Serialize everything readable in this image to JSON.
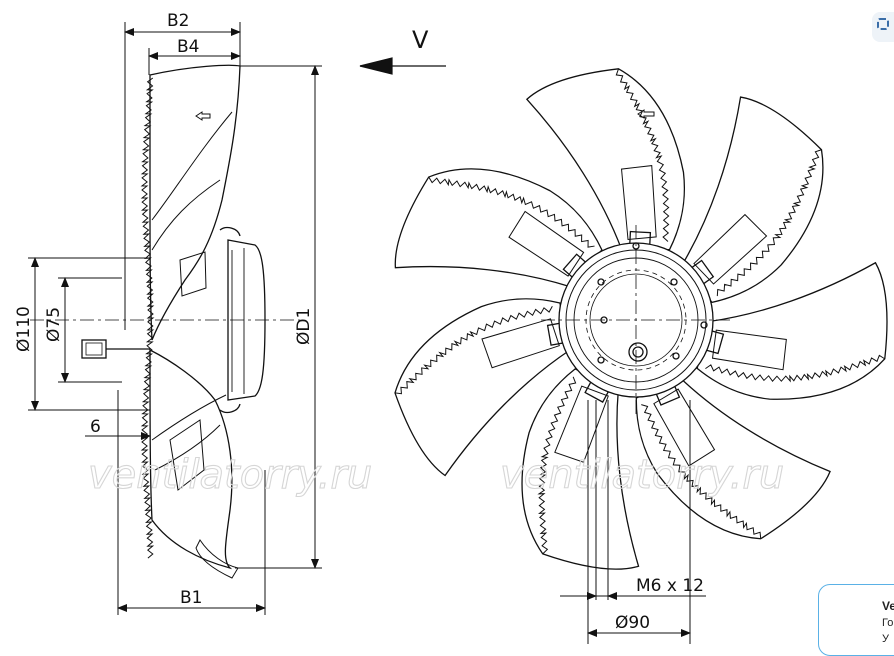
{
  "labels": {
    "b2": "B2",
    "b4": "B4",
    "b1": "B1",
    "d110": "Ø110",
    "d75": "Ø75",
    "d1": "ØD1",
    "six": "6",
    "v": "V",
    "m6": "M6 x 12",
    "d90": "Ø90"
  },
  "watermark": {
    "left": "ventilatorry.ru",
    "right": "ventilatorry.ru"
  },
  "card": {
    "line1": "Ve",
    "line2": "Го",
    "line3": "У"
  },
  "colors": {
    "line": "#111111",
    "watermark": "#d6d6d6",
    "card_border": "#5ab1e6"
  }
}
